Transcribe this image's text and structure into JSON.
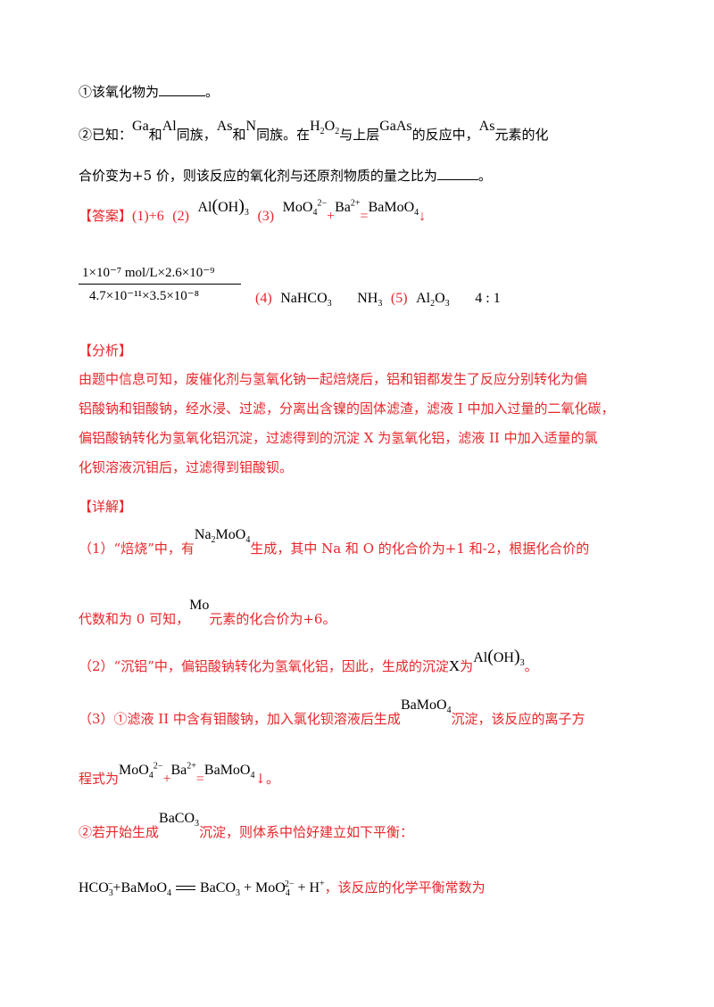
{
  "q1": {
    "text": "①该氧化物为",
    "end": "。"
  },
  "q2": {
    "p1": "②已知：",
    "ga": "Ga",
    "he1": "和",
    "al": "Al",
    "same1": "同族，",
    "as": "As",
    "he2": "和",
    "n": "N",
    "same2": "同族。在",
    "h2o2": "H",
    "h2o2_sub1": "2",
    "h2o2_o": "O",
    "h2o2_sub2": "2",
    "mid": "与上层",
    "gaas": "GaAs",
    "mid2": "的反应中，",
    "as2": "As",
    "tail": "元素的化",
    "line2": "合价变为+5 价，则该反应的氧化剂与还原剂物质的量之比为",
    "end": "。"
  },
  "answer": {
    "label": "【答案】",
    "a1": "(1)+6",
    "a2": "(2)",
    "aloh_al": "Al",
    "aloh_oh": "OH",
    "aloh_sub": "3",
    "a3": "(3)",
    "moo4": "MoO",
    "moo4_sub": "4",
    "moo4_sup": "2−",
    "plus": "+",
    "ba": "Ba",
    "ba_sup": "2+",
    "eq": "=",
    "bamoo4": "BaMoO",
    "bamoo4_sub": "4",
    "arrow": "↓",
    "frac_num": "1×10⁻⁷ mol/L×2.6×10⁻⁹",
    "frac_den": "4.7×10⁻¹¹×3.5×10⁻⁸",
    "a4": "(4)",
    "nahco3": "NaHCO",
    "nahco3_sub": "3",
    "nh3": "NH",
    "nh3_sub": "3",
    "a5": "(5)",
    "al2o3_al": "Al",
    "al2o3_s1": "2",
    "al2o3_o": "O",
    "al2o3_s2": "3",
    "ratio": "4 : 1"
  },
  "analysis": {
    "label": "【分析】",
    "l1": "由题中信息可知，废催化剂与氢氧化钠一起焙烧后，铝和钼都发生了反应分别转化为偏",
    "l2": "铝酸钠和钼酸钠，经水浸、过滤，分离出含镍的固体滤渣，滤液 I 中加入过量的二氧化碳，",
    "l3": "偏铝酸钠转化为氢氧化铝沉淀，过滤得到的沉淀 X 为氢氧化铝，滤液 II 中加入适量的氯",
    "l4": "化钡溶液沉钼后，过滤得到钼酸钡。"
  },
  "detail": {
    "label": "【详解】",
    "d1a": "（1）“焙烧”中，有",
    "na2moo4": "Na",
    "na2_sub": "2",
    "moo4b": "MoO",
    "moo4b_sub": "4",
    "d1b": "生成，其中 Na 和 O 的化合价为+1 和-2，根据化合价的",
    "d1c": "代数和为 0 可知，",
    "mo": "Mo",
    "d1d": "元素的化合价为+6。",
    "d2a": "（2）“沉铝”中，偏铝酸钠转化为氢氧化铝，因此，生成的沉淀",
    "x": "X",
    "d2b": "为",
    "d2_al": "Al",
    "d2_oh": "OH",
    "d2_sub": "3",
    "d2end": "。",
    "d3a": "（3）①滤液 II 中含有钼酸钠，加入氯化钡溶液后生成",
    "d3_bamoo4": "BaMoO",
    "d3_sub": "4",
    "d3b": "沉淀，该反应的离子方",
    "d3c": "程式为",
    "d3_moo4": "MoO",
    "d3_moo4_sub": "4",
    "d3_moo4_sup": "2−",
    "d3_plus": "+",
    "d3_ba": "Ba",
    "d3_ba_sup": "2+",
    "d3_eq": "=",
    "d3_prod": "BaMoO",
    "d3_prod_sub": "4",
    "d3_end": "↓。",
    "d4a": "②若开始生成",
    "baco3": "BaCO",
    "baco3_sub": "3",
    "d4b": "沉淀，则体系中恰好建立如下平衡：",
    "eq_hco3": "HCO",
    "eq_hco3_sub": "3",
    "eq_sup": "−",
    "eq_plus1": "+BaMoO",
    "eq_sub1": "4",
    "eq_right": "BaCO",
    "eq_sub2": "3",
    "eq_plus2": " + MoO",
    "eq_sub3": "4",
    "eq_sup3": "2−",
    "eq_plus3": " + H",
    "eq_sup4": "+",
    "eq_tail": "，该反应的化学平衡常数为"
  }
}
